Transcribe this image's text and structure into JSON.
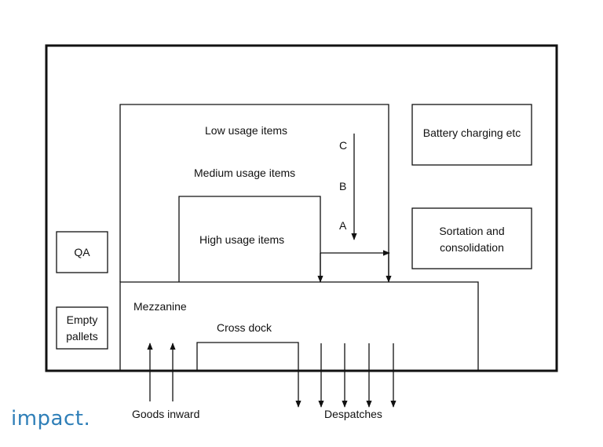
{
  "labels": {
    "low_usage": "Low usage items",
    "medium_usage": "Medium  usage items",
    "high_usage": "High  usage items",
    "c": "C",
    "b": "B",
    "a": "A",
    "battery": "Battery charging etc",
    "sortation_line1": "Sortation and",
    "sortation_line2": "consolidation",
    "qa": "QA",
    "empty_line1": "Empty",
    "empty_line2": "pallets",
    "mezzanine": "Mezzanine",
    "cross_dock": "Cross dock",
    "goods_inward": "Goods inward",
    "despatches": "Despatches"
  },
  "logo": {
    "text": "impact.",
    "color": "#2f7fb8"
  },
  "colors": {
    "stroke": "#111111"
  }
}
